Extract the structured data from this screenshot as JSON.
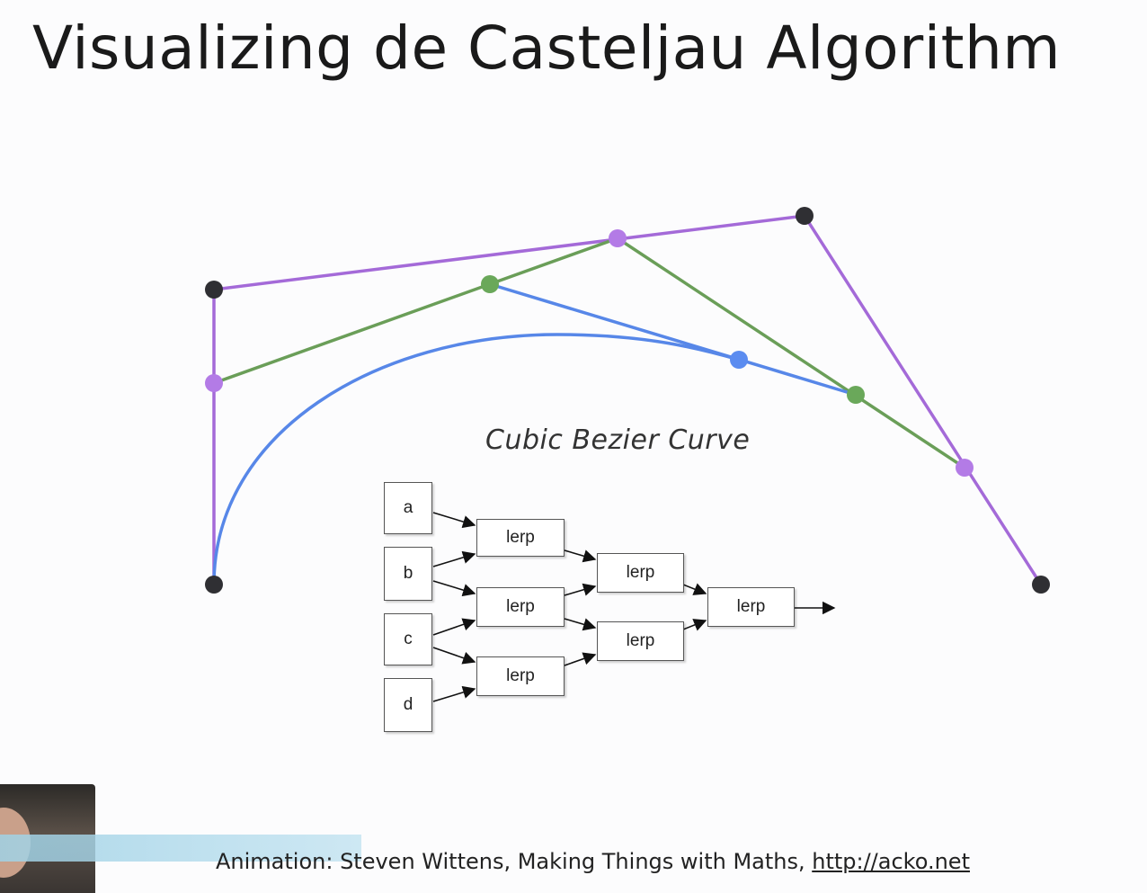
{
  "slide": {
    "title": "Visualizing de Casteljau Algorithm",
    "caption": "Cubic Bezier Curve",
    "attribution_text": "Animation: Steven Wittens, Making Things with Maths, ",
    "attribution_link": "http://acko.net"
  },
  "colors": {
    "control_polygon": "#a46ad8",
    "level_one": "#6a9e58",
    "level_two": "#5787e8",
    "curve": "#5787e8",
    "control_point": "#2f2f33",
    "level_one_point": "#b37be6",
    "level_two_point": "#6aa85a",
    "curve_point": "#5b8cf0"
  },
  "flow": {
    "inputs": [
      "a",
      "b",
      "c",
      "d"
    ],
    "stage1": [
      "lerp",
      "lerp",
      "lerp"
    ],
    "stage2": [
      "lerp",
      "lerp"
    ],
    "stage3": [
      "lerp"
    ]
  }
}
